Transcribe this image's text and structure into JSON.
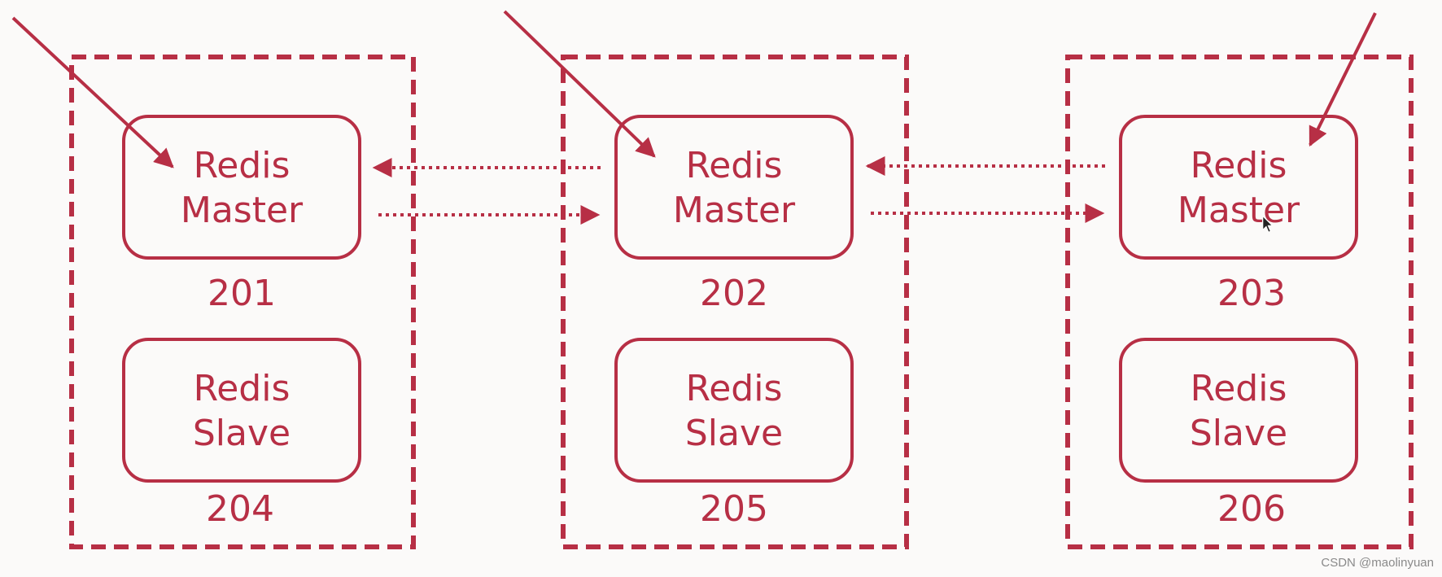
{
  "colors": {
    "accent": "#b72f45",
    "background": "#fbfaf9"
  },
  "nodes": {
    "master_line1": "Redis",
    "master_line2": "Master",
    "slave_line1": "Redis",
    "slave_line2": "Slave"
  },
  "groups": [
    {
      "master_id": "201",
      "slave_id": "204"
    },
    {
      "master_id": "202",
      "slave_id": "205"
    },
    {
      "master_id": "203",
      "slave_id": "206"
    }
  ],
  "watermark": "CSDN @maolinyuan"
}
